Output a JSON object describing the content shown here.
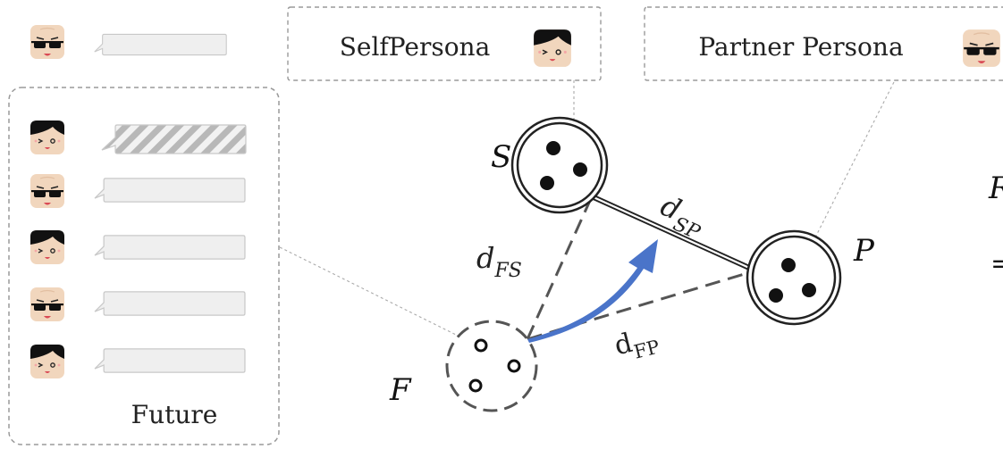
{
  "labels": {
    "self_persona": "SelfPersona",
    "partner_persona": "Partner Persona",
    "future": "Future",
    "node_s": "S",
    "node_p": "P",
    "node_f": "F",
    "d_sp_base": "d",
    "d_sp_sub": "SP",
    "d_fs_base": "d",
    "d_fs_sub": "FS",
    "d_fp_base": "d",
    "d_fp_sub": "FP",
    "edge_r": "R",
    "edge_eq": "="
  },
  "colors": {
    "arrow": "#4a74c9",
    "bubble_fill": "#efefef",
    "bubble_stroke": "#c8c8c8",
    "dashed_box": "#9a9a9a",
    "skin": "#f1d6bd",
    "hair": "#111111",
    "sunglasses": "#111111",
    "lips": "#d94a55"
  },
  "icons": {
    "self_avatar": "self-persona-face-icon",
    "partner_avatar": "partner-persona-face-icon",
    "arrow": "curved-arrow-icon"
  }
}
